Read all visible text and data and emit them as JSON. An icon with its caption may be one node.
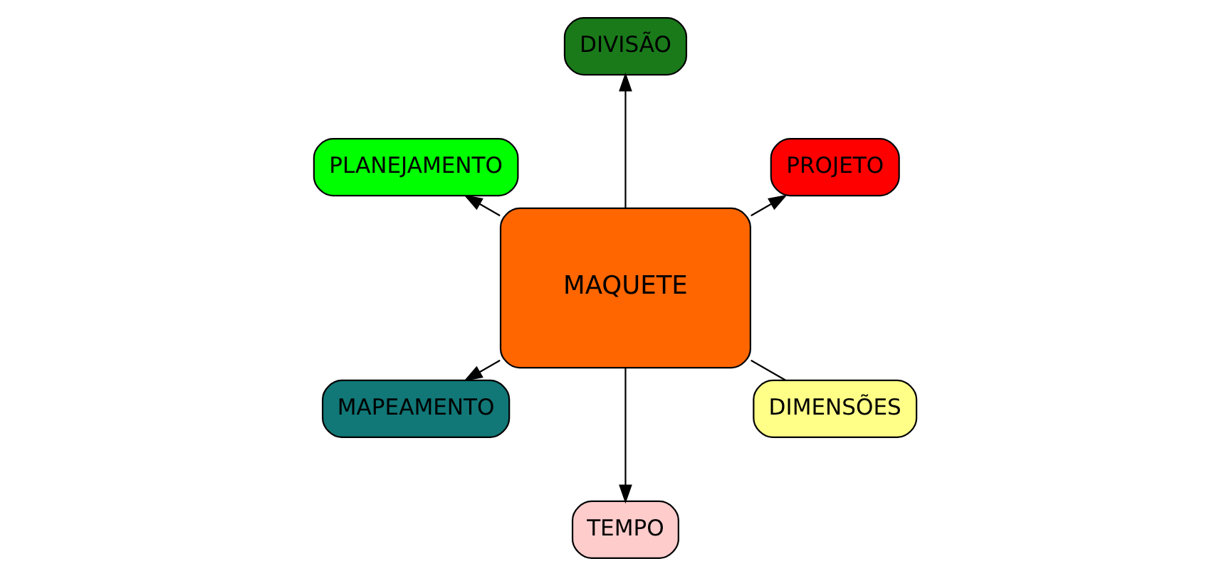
{
  "diagram": {
    "nodes": [
      {
        "text": [
          "PROJETO"
        ]
      },
      {
        "text": [
          "DIVISÃO"
        ]
      },
      {
        "text": [
          "PLANEJAMENTO"
        ]
      },
      {
        "text": [
          "MAQUETE"
        ]
      },
      {
        "text": [
          "MAPEAMENTO"
        ]
      },
      {
        "text": [
          "TEMPO"
        ]
      },
      {
        "text": [
          "DIMENSÕES"
        ]
      }
    ],
    "edges": [
      {
        "from": 3,
        "to": 0,
        "arrow": "to"
      },
      {
        "from": 3,
        "to": 1,
        "arrow": "to"
      },
      {
        "from": 3,
        "to": 2,
        "arrow": "to"
      },
      {
        "from": 3,
        "to": 4,
        "arrow": "to"
      },
      {
        "from": 3,
        "to": 5,
        "arrow": "to"
      },
      {
        "from": 3,
        "to": 6,
        "arrow": "none"
      }
    ]
  }
}
